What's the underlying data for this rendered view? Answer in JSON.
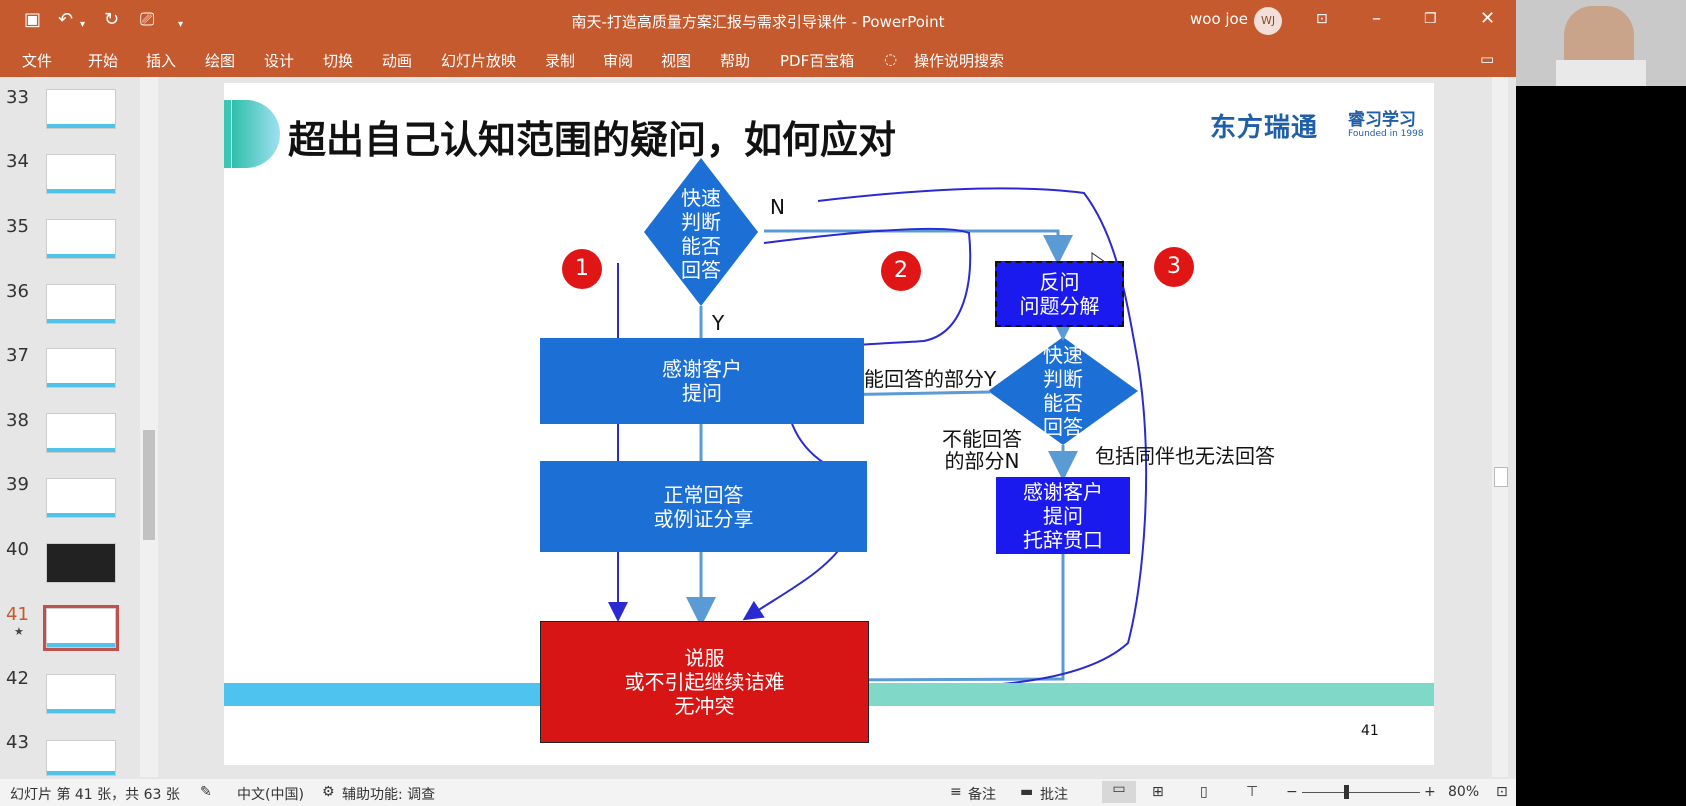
{
  "window": {
    "title": "南天-打造高质量方案汇报与需求引导课件  -  PowerPoint",
    "user_name": "woo joe",
    "user_initials": "WJ"
  },
  "ribbon": {
    "tabs": [
      "文件",
      "开始",
      "插入",
      "绘图",
      "设计",
      "切换",
      "动画",
      "幻灯片放映",
      "录制",
      "审阅",
      "视图",
      "帮助",
      "PDF百宝箱"
    ],
    "tell_me": "操作说明搜索"
  },
  "thumbnails": {
    "numbers": [
      "33",
      "34",
      "35",
      "36",
      "37",
      "38",
      "39",
      "40",
      "41",
      "42",
      "43"
    ],
    "active": "41"
  },
  "slide": {
    "title": "超出自己认知范围的疑问，如何应对",
    "logo_text": "东方瑞通",
    "logo_sub": "睿习学习",
    "logo_founded": "Founded in 1998",
    "page_number": "41",
    "nodes": {
      "d1": "快速\n判断\n能否\n回答",
      "thank1": "感谢客户\n提问",
      "normal": "正常回答\n或例证分享",
      "persuade": "说服\n或不引起继续诘难\n无冲突",
      "reverse": "反问\n问题分解",
      "d2": "快速\n判断\n能否\n回答",
      "thank2": "感谢客户\n提问\n托辞贯口"
    },
    "labels": {
      "n": "N",
      "y": "Y",
      "answerable": "能回答的部分Y",
      "not_answerable": "不能回答\n的部分N",
      "partner": "包括同伴也无法回答"
    },
    "markers": [
      "1",
      "2",
      "3"
    ]
  },
  "status": {
    "slide_info": "幻灯片 第 41 张，共 63 张",
    "language": "中文(中国)",
    "accessibility": "辅助功能: 调查",
    "notes": "备注",
    "comments": "批注",
    "zoom": "80%"
  }
}
